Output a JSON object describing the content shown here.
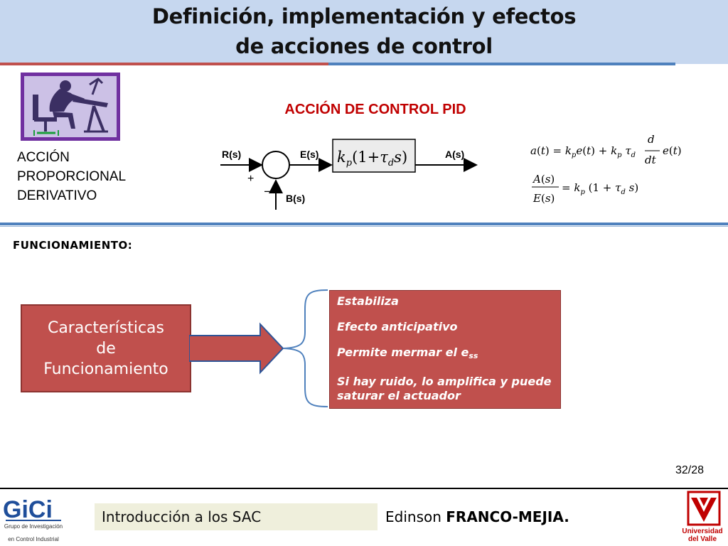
{
  "title": {
    "line1": "Definición, implementación y efectos",
    "line2": "de acciones de control"
  },
  "heading": "ACCIÓN DE CONTROL PID",
  "side_label": [
    "ACCIÓN",
    "PROPORCIONAL",
    "DERIVATIVO"
  ],
  "block_diagram": {
    "input": "R(s)",
    "error": "E(s)",
    "output": "A(s)",
    "feedback": "B(s)",
    "plus": "+",
    "minus": "–",
    "controller_tf": "k_p(1+τ_d s)"
  },
  "formulas": {
    "time_domain": "a(t) = k_p e(t) + k_p τ_d d/dt e(t)",
    "transfer": "A(s)/E(s) = k_p (1 + τ_d s)"
  },
  "section_label": "FUNCIONAMIENTO:",
  "characteristics_box": [
    "Características",
    "de",
    "Funcionamiento"
  ],
  "effects": [
    "Estabiliza",
    "Efecto anticipativo",
    "Permite mermar el e",
    "Si hay ruido, lo amplifica y puede saturar el actuador"
  ],
  "effects_subscript": "ss",
  "page_number": "32/28",
  "footer": {
    "course": "Introducción a los SAC",
    "author_first": "Edinson",
    "author_last": "FRANCO-MEJIA.",
    "left_logo_text": "GiCi",
    "left_logo_caption": [
      "Grupo de Investigación",
      "en Control Industrial"
    ],
    "right_logo_caption": [
      "Universidad",
      "del Valle"
    ]
  },
  "colors": {
    "title_band": "#c6d7ef",
    "accent_red": "#c0504d",
    "accent_blue": "#4f81bd",
    "heading_red": "#c00000",
    "logo_purple": "#7030a0"
  }
}
